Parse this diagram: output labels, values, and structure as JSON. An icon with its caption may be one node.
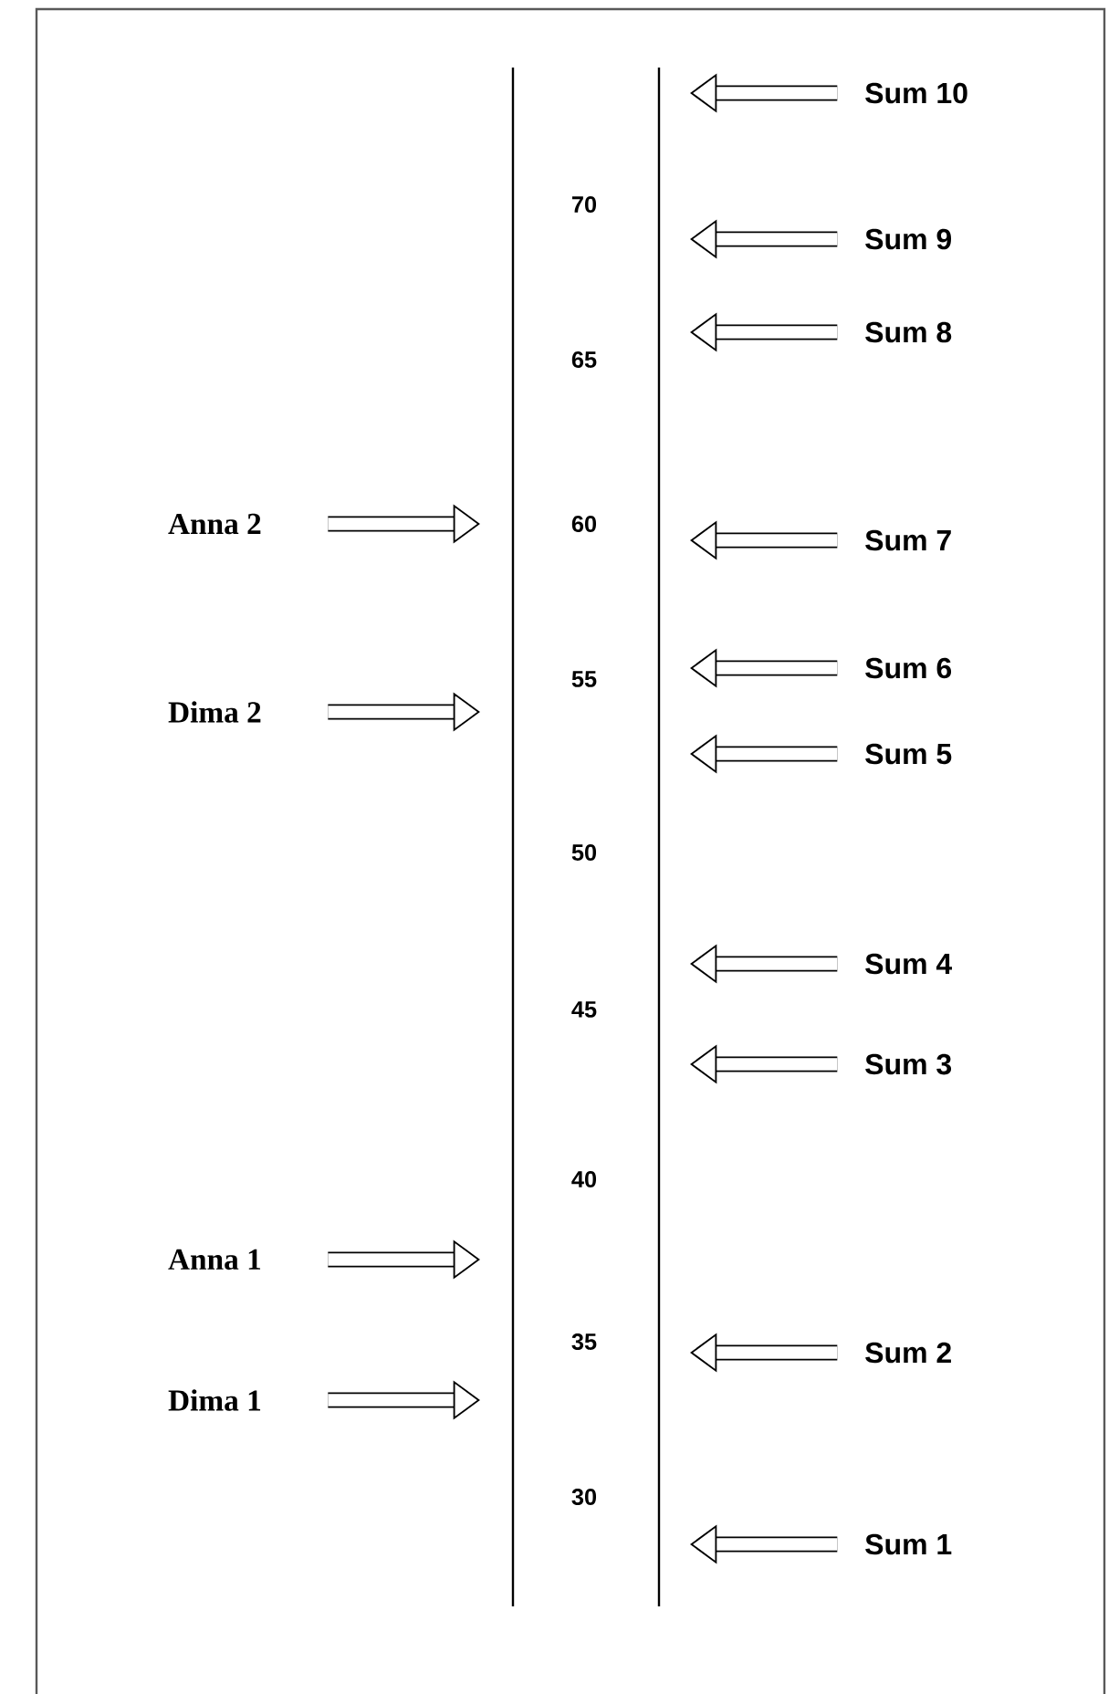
{
  "diagram": {
    "nodes": [
      {
        "text": [
          "Sum 10"
        ]
      },
      {
        "text": [
          "Sum 9"
        ]
      },
      {
        "text": [
          "Sum 8"
        ]
      },
      {
        "text": [
          "Anna 2"
        ]
      },
      {
        "text": [
          "Sum 7"
        ]
      },
      {
        "text": [
          "Sum 6"
        ]
      },
      {
        "text": [
          "Dima 2"
        ]
      },
      {
        "text": [
          "Sum 5"
        ]
      },
      {
        "text": [
          "Sum 4"
        ]
      },
      {
        "text": [
          "Sum 3"
        ]
      },
      {
        "text": [
          "Anna 1"
        ]
      },
      {
        "text": [
          "Sum 2"
        ]
      },
      {
        "text": [
          "Dima 1"
        ]
      },
      {
        "text": [
          "Sum 1"
        ]
      }
    ],
    "edges": [
      {
        "from": 0,
        "to": null,
        "arrow": "to"
      },
      {
        "from": 1,
        "to": null,
        "arrow": "to"
      },
      {
        "from": 2,
        "to": null,
        "arrow": "to"
      },
      {
        "from": 3,
        "to": null,
        "arrow": "to"
      },
      {
        "from": 4,
        "to": null,
        "arrow": "to"
      },
      {
        "from": 5,
        "to": null,
        "arrow": "to"
      },
      {
        "from": 6,
        "to": null,
        "arrow": "to"
      },
      {
        "from": 7,
        "to": null,
        "arrow": "to"
      },
      {
        "from": 8,
        "to": null,
        "arrow": "to"
      },
      {
        "from": 9,
        "to": null,
        "arrow": "to"
      },
      {
        "from": 10,
        "to": null,
        "arrow": "to"
      },
      {
        "from": 11,
        "to": null,
        "arrow": "to"
      },
      {
        "from": 12,
        "to": null,
        "arrow": "to"
      },
      {
        "from": 13,
        "to": null,
        "arrow": "to"
      }
    ],
    "labels": [
      "70",
      "65",
      "60",
      "55",
      "50",
      "45",
      "40",
      "35",
      "30"
    ]
  }
}
